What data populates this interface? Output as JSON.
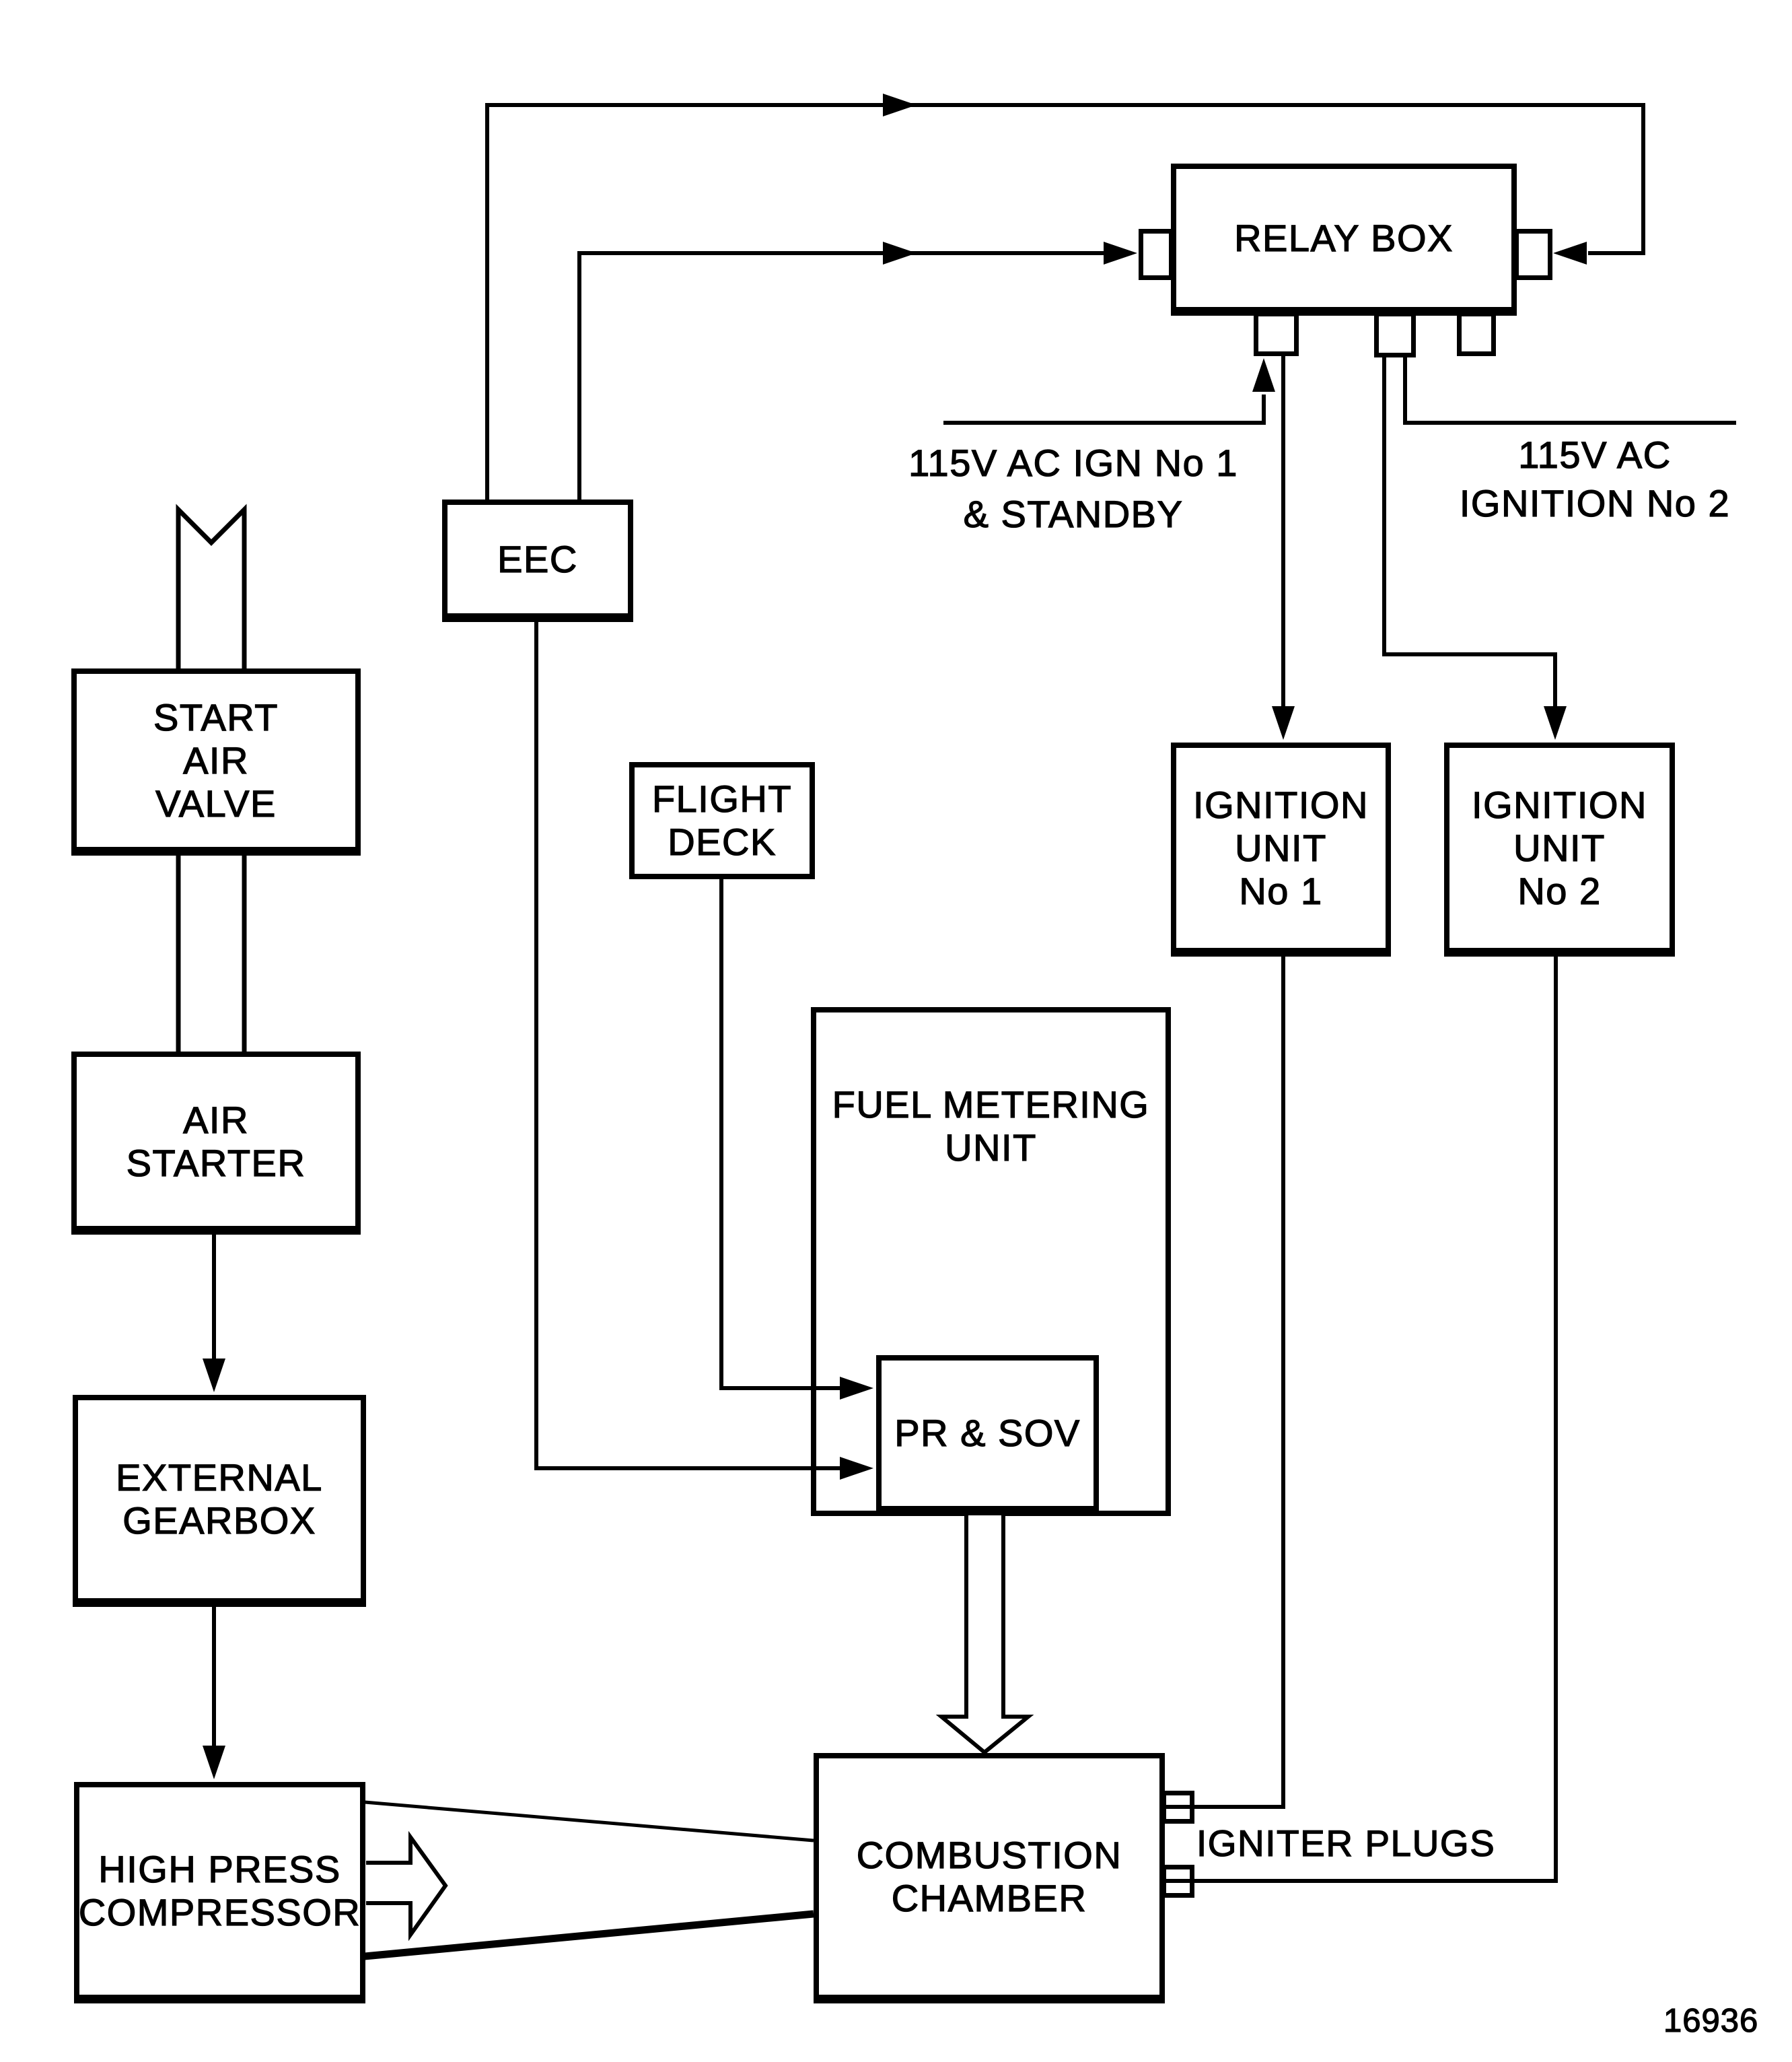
{
  "figure_number": "16936",
  "boxes": {
    "relay_box": {
      "lines": [
        "RELAY BOX"
      ]
    },
    "eec": {
      "lines": [
        "EEC"
      ]
    },
    "start_air_valve": {
      "lines": [
        "START",
        "AIR",
        "VALVE"
      ]
    },
    "air_starter": {
      "lines": [
        "AIR",
        "STARTER"
      ]
    },
    "external_gearbox": {
      "lines": [
        "EXTERNAL",
        "GEARBOX"
      ]
    },
    "high_press_compressor": {
      "lines": [
        "HIGH PRESS",
        "COMPRESSOR"
      ]
    },
    "flight_deck": {
      "lines": [
        "FLIGHT",
        "DECK"
      ]
    },
    "fuel_metering_unit": {
      "lines": [
        "FUEL METERING",
        "UNIT"
      ]
    },
    "pr_sov": {
      "lines": [
        "PR & SOV"
      ]
    },
    "ignition_unit_1": {
      "lines": [
        "IGNITION",
        "UNIT",
        "No 1"
      ]
    },
    "ignition_unit_2": {
      "lines": [
        "IGNITION",
        "UNIT",
        "No 2"
      ]
    },
    "combustion_chamber": {
      "lines": [
        "COMBUSTION",
        "CHAMBER"
      ]
    }
  },
  "annotations": {
    "supply_ign1": {
      "lines": [
        "115V AC IGN No 1",
        "& STANDBY"
      ]
    },
    "supply_ign2": {
      "lines": [
        "115V AC",
        "IGNITION No 2"
      ]
    },
    "igniter_plugs": "IGNITER PLUGS"
  },
  "colors": {
    "ink": "#000000",
    "paper": "#ffffff"
  }
}
